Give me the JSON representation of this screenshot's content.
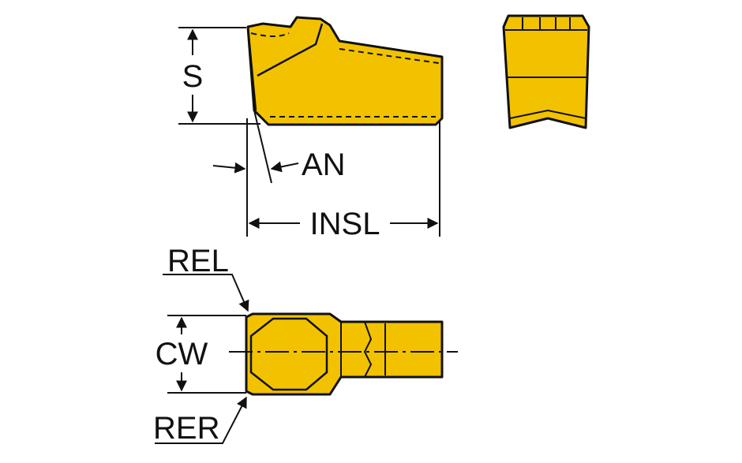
{
  "colors": {
    "insert_fill": "#F2C200",
    "insert_shade": "#D9A900",
    "outline": "#111111",
    "background": "#FFFFFF"
  },
  "dimensions": {
    "s": "S",
    "an": "AN",
    "insl": "INSL",
    "rel": "REL",
    "cw": "CW",
    "rer": "RER"
  }
}
